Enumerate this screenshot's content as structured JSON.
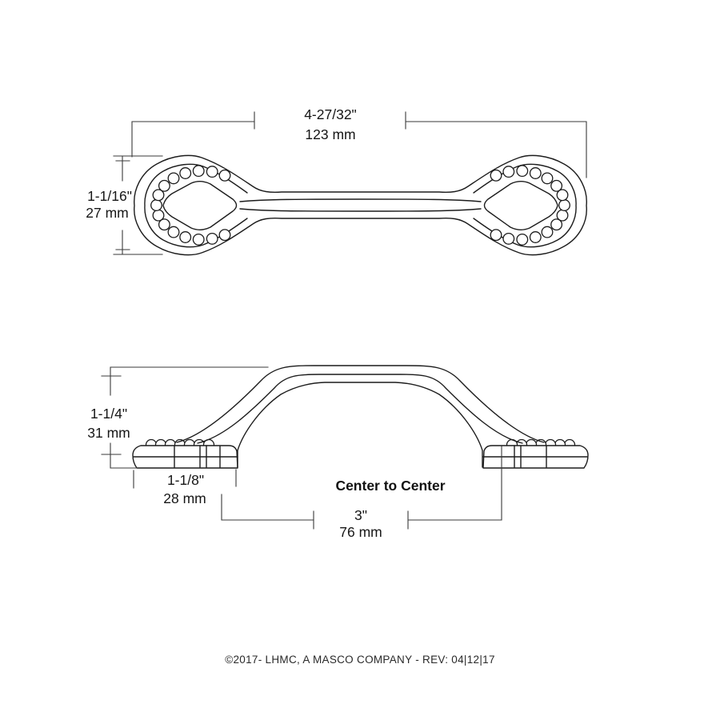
{
  "top_view": {
    "width_in": "4-27/32\"",
    "width_mm": "123 mm",
    "height_in": "1-1/16\"",
    "height_mm": "27 mm"
  },
  "side_view": {
    "height_in": "1-1/4\"",
    "height_mm": "31 mm",
    "base_in": "1-1/8\"",
    "base_mm": "28 mm",
    "c2c_label": "Center to Center",
    "c2c_in": "3\"",
    "c2c_mm": "76 mm"
  },
  "footer": "©2017- LHMC, A MASCO COMPANY - REV: 04|12|17"
}
